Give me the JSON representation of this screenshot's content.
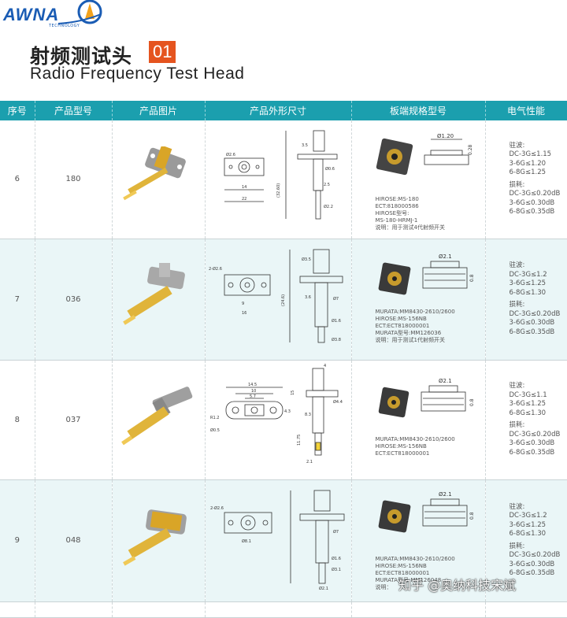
{
  "header": {
    "logo": "AWNA",
    "logo_sub": "TECHNOLOGY",
    "title_cn": "射频测试头",
    "badge": "01",
    "title_en": "Radio Frequency Test Head"
  },
  "columns": [
    "序号",
    "产品型号",
    "产品图片",
    "产品外形尺寸",
    "板端规格型号",
    "电气性能"
  ],
  "rows": [
    {
      "no": "6",
      "model": "180",
      "specs": [
        "HIROSE:MS-180",
        "ECT:818000586",
        "HIROSE型号:",
        "MS-180-HRMJ-1",
        "说明：用于测试4代射频开关"
      ],
      "dims": [
        "Ø1.20",
        "0.28"
      ],
      "elec": [
        "驻波:",
        "DC-3G≤1.15",
        "3-6G≤1.20",
        "6-8G≤1.25",
        "损耗:",
        "DC-3G≤0.20dB",
        "3-6G≤0.30dB",
        "6-8G≤0.35dB"
      ]
    },
    {
      "no": "7",
      "model": "036",
      "specs": [
        "MURATA:MM8430-2610/2600",
        "HIROSE:MS-156NB",
        "ECT:ECT818000001",
        "MURATA型号:MM126036",
        "说明：用于测试1代射频开关"
      ],
      "dims": [
        "Ø2.1",
        "0.8"
      ],
      "elec": [
        "驻波:",
        "DC-3G≤1.2",
        "3-6G≤1.25",
        "6-8G≤1.30",
        "损耗:",
        "DC-3G≤0.20dB",
        "3-6G≤0.30dB",
        "6-8G≤0.35dB"
      ]
    },
    {
      "no": "8",
      "model": "037",
      "specs": [
        "MURATA:MM8430-2610/2600",
        "HIROSE:MS-156NB",
        "ECT:ECT818000001"
      ],
      "dims": [
        "Ø2.1",
        "0.8"
      ],
      "elec": [
        "驻波:",
        "DC-3G≤1.1",
        "3-6G≤1.25",
        "6-8G≤1.30",
        "损耗:",
        "DC-3G≤0.20dB",
        "3-6G≤0.30dB",
        "6-8G≤0.35dB"
      ]
    },
    {
      "no": "9",
      "model": "048",
      "specs": [
        "MURATA:MM8430-2610/2600",
        "HIROSE:MS-156NB",
        "ECT:ECT818000001",
        "MURATA型号:MM126048",
        "说明："
      ],
      "dims": [
        "Ø2.1",
        "0.8"
      ],
      "elec": [
        "驻波:",
        "DC-3G≤1.2",
        "3-6G≤1.25",
        "6-8G≤1.30",
        "损耗:",
        "DC-3G≤0.20dB",
        "3-6G≤0.30dB",
        "6-8G≤0.35dB"
      ]
    }
  ],
  "drawings": {
    "r0": [
      "Ø2.6",
      "14",
      "22",
      "Ø0.6",
      "Ø2.2",
      "3.5",
      "2.5",
      "(32.60)"
    ],
    "r1": [
      "2-Ø2.6",
      "9",
      "16",
      "Ø7",
      "Ø1.6",
      "Ø3.8",
      "Ø3.5",
      "3.6",
      "(24.6)"
    ],
    "r2": [
      "14.5",
      "10",
      "5.7",
      "R1.2",
      "Ø0.5",
      "4.3",
      "4",
      "Ø4.4",
      "8.3",
      "11.75",
      "2.1",
      "15"
    ],
    "r3": [
      "2-Ø2.6",
      "Ø8.1",
      "Ø7",
      "Ø1.6",
      "Ø3.1",
      "Ø2.1"
    ]
  },
  "watermark": "知乎 @奥纳科技宋斌",
  "colors": {
    "header_bg": "#1b9fae",
    "alt_row": "#eaf6f7",
    "badge": "#e5541f",
    "logo": "#1a5cb4"
  }
}
